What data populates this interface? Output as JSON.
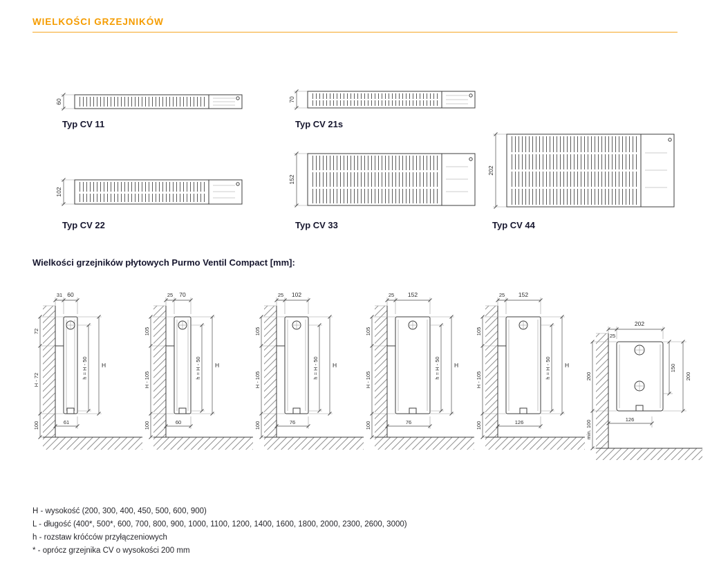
{
  "header": {
    "title": "WIELKOŚCI GRZEJNIKÓW",
    "accent_color": "#F59C00"
  },
  "types": [
    {
      "label": "Typ CV 11",
      "depth": "60"
    },
    {
      "label": "Typ CV 21s",
      "depth": "70"
    },
    {
      "label": "Typ CV 22",
      "depth": "102"
    },
    {
      "label": "Typ CV 33",
      "depth": "152"
    },
    {
      "label": "Typ CV 44",
      "depth": "202"
    }
  ],
  "section_title": "Wielkości grzejników płytowych Purmo Ventil Compact [mm]:",
  "side_views": [
    {
      "wall_gap": "31",
      "depth": "60",
      "top_height": "72",
      "mid_height": "H - 72",
      "floor_gap": "100",
      "conn_spacing": "h = H - 50",
      "height": "H",
      "bottom_depth": "61"
    },
    {
      "wall_gap": "25",
      "depth": "70",
      "top_height": "105",
      "mid_height": "H - 105",
      "floor_gap": "100",
      "conn_spacing": "h = H - 50",
      "height": "H",
      "bottom_depth": "60"
    },
    {
      "wall_gap": "25",
      "depth": "102",
      "top_height": "105",
      "mid_height": "H - 105",
      "floor_gap": "100",
      "conn_spacing": "h = H - 50",
      "height": "H",
      "bottom_depth": "76"
    },
    {
      "wall_gap": "25",
      "depth": "152",
      "top_height": "105",
      "mid_height": "H - 105",
      "floor_gap": "100",
      "conn_spacing": "h = H - 50",
      "height": "H",
      "bottom_depth": "76"
    },
    {
      "wall_gap": "25",
      "depth": "152",
      "top_height": "105",
      "mid_height": "H - 105",
      "floor_gap": "100",
      "conn_spacing": "h = H - 50",
      "height": "H",
      "bottom_depth": "126"
    }
  ],
  "detail_view": {
    "depth": "202",
    "wall_gap": "25",
    "conn_height": "150",
    "height": "200",
    "left_height": "200",
    "min_floor_gap": "min. 100",
    "bottom_depth": "126"
  },
  "footnotes": [
    "H - wysokość (200, 300, 400, 450, 500, 600, 900)",
    "L - długość (400*, 500*, 600, 700, 800, 900, 1000, 1100, 1200, 1400, 1600, 1800, 2000, 2300, 2600, 3000)",
    "h - rozstaw króćców przyłączeniowych",
    "* - oprócz grzejnika CV o wysokości 200 mm"
  ]
}
